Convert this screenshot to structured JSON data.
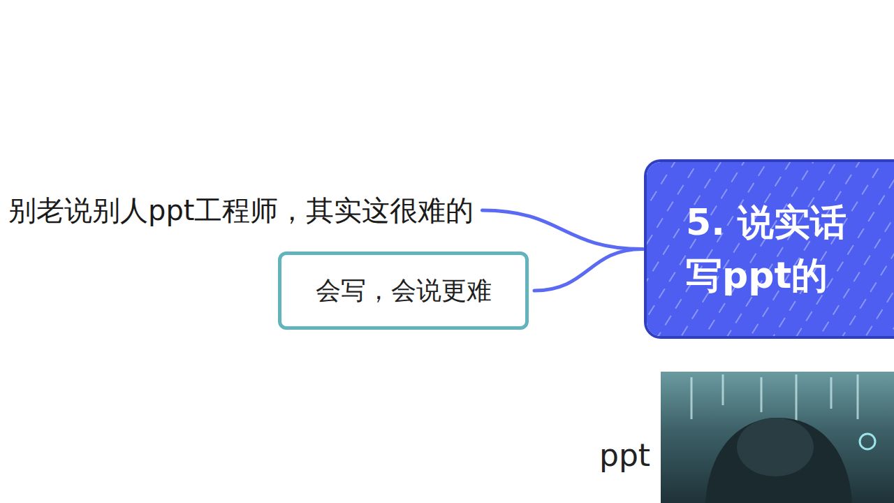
{
  "diagram": {
    "nodes": [
      {
        "text": [
          "别老说别人ppt工程师，其实这很难的"
        ]
      },
      {
        "text": [
          "会写，会说更难"
        ]
      },
      {
        "text": [
          "5. 说实话 写ppt的"
        ]
      }
    ],
    "edges": [
      {
        "from": 2,
        "to": 0,
        "arrow": "none"
      },
      {
        "from": 2,
        "to": 1,
        "arrow": "none"
      }
    ],
    "labels": [
      "ppt"
    ]
  }
}
